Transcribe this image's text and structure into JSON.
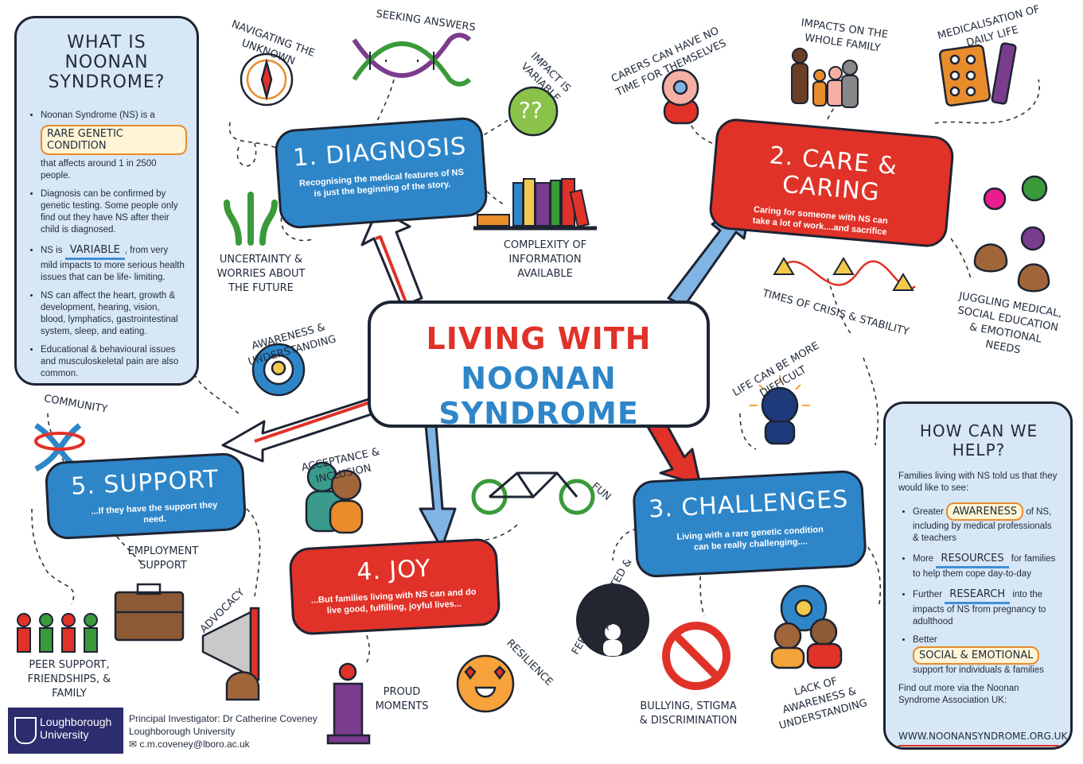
{
  "center": {
    "line1": "LIVING WITH",
    "line2": "NOONAN SYNDROME"
  },
  "what_is": {
    "title_line1": "WHAT IS NOONAN",
    "title_line2": "SYNDROME?",
    "bullet1_pre": "Noonan Syndrome (NS) is a",
    "bullet1_tag": "RARE GENETIC CONDITION",
    "bullet1_post": "that affects around 1 in 2500 people.",
    "bullet2": "Diagnosis can be confirmed by genetic testing.  Some people only find out they have NS after their child is diagnosed.",
    "bullet3_pre": "NS is",
    "bullet3_tag": "VARIABLE",
    "bullet3_post": ", from very mild impacts to more serious health issues that can be life- limiting.",
    "bullet4": "NS can affect the heart, growth & development, hearing, vision, blood, lymphatics, gastrointestinal system, sleep, and eating.",
    "bullet5": "Educational & behavioural issues and musculoskeletal pain are also common."
  },
  "stages": {
    "diagnosis": {
      "title": "1. DIAGNOSIS",
      "sub": "Recognising the medical features of NS is just the beginning of the story."
    },
    "care": {
      "title": "2. CARE & CARING",
      "sub": "Caring for someone with NS can take a lot of work....and sacrifice"
    },
    "challenges": {
      "title": "3. CHALLENGES",
      "sub": "Living with a rare genetic condition can be really challenging...."
    },
    "joy": {
      "title": "4. JOY",
      "sub": "...But families living with NS can and do live good, fulfilling, joyful lives..."
    },
    "support": {
      "title": "5. SUPPORT",
      "sub": "...If they have the support they need."
    }
  },
  "labels": {
    "navigating": "NAVIGATING THE UNKNOWN",
    "seeking": "SEEKING ANSWERS",
    "impact": "IMPACT IS VARIABLE",
    "complexity": "COMPLEXITY OF INFORMATION AVAILABLE",
    "uncertainty": "UNCERTAINTY & WORRIES ABOUT THE FUTURE",
    "carers": "CARERS CAN HAVE NO TIME FOR THEMSELVES",
    "impacts_family": "IMPACTS ON THE WHOLE FAMILY",
    "medicalisation": "MEDICALISATION OF DAILY LIFE",
    "times_crisis": "TIMES OF CRISIS & STABILITY",
    "juggling": "JUGGLING MEDICAL, SOCIAL EDUCATION & EMOTIONAL NEEDS",
    "life_difficult": "LIFE CAN BE MORE DIFFICULT",
    "awareness": "AWARENESS & UNDERSTANDING",
    "community": "COMMUNITY",
    "acceptance": "ACCEPTANCE & INCLUSION",
    "fun": "FUN",
    "employment": "EMPLOYMENT SUPPORT",
    "advocacy": "ADVOCACY",
    "peer": "PEER SUPPORT, FRIENDSHIPS, & FAMILY",
    "proud": "PROUD MOMENTS",
    "resilience": "RESILIENCE",
    "isolated": "FEELING ISOLATED & ALONE",
    "bullying": "BULLYING, STIGMA & DISCRIMINATION",
    "lack": "LACK OF AWARENESS & UNDERSTANDING"
  },
  "help": {
    "title": "HOW CAN WE HELP?",
    "intro": "Families living with NS told us that they would like to see:",
    "b1_pre": "Greater",
    "b1_tag": "AWARENESS",
    "b1_post": "of NS, including by medical professionals & teachers",
    "b2_pre": "More",
    "b2_tag": "RESOURCES",
    "b2_post": "for families to help them cope  day-to-day",
    "b3_pre": "Further",
    "b3_tag": "RESEARCH",
    "b3_post": "into the impacts of NS from pregnancy to adulthood",
    "b4_pre": "Better",
    "b4_tag": "SOCIAL & EMOTIONAL",
    "b4_post": "support for individuals & families",
    "find_out": "Find out more via the Noonan Syndrome Association UK:",
    "url": "WWW.NOONANSYNDROME.ORG.UK"
  },
  "footer": {
    "logo_line1": "Loughborough",
    "logo_line2": "University",
    "pi": "Principal Investigator: Dr Catherine Coveney",
    "uni": "Loughborough University",
    "email": "c.m.coveney@lboro.ac.uk"
  },
  "icons": [
    "compass-icon",
    "dna-icon",
    "question-head-icon",
    "books-icon",
    "arrows-icon",
    "stressed-person-icon",
    "family-icon",
    "pills-syringe-icon",
    "juggling-hands-icon",
    "warning-icon",
    "lightbulb-gear-icon",
    "brain-head-icon",
    "community-ribbon-icon",
    "hug-icon",
    "bicycle-icon",
    "briefcase-icon",
    "megaphone-icon",
    "peer-people-icon",
    "trophy-person-icon",
    "smiley-icon",
    "isolated-icon",
    "no-sign-icon",
    "lack-awareness-icon",
    "noonan-ribbon-icon"
  ]
}
